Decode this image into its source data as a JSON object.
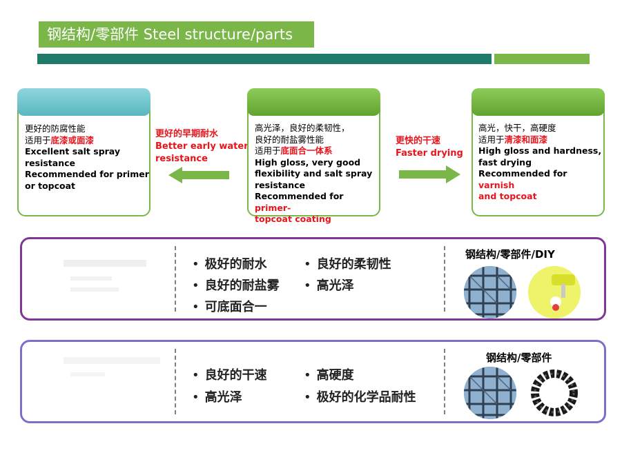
{
  "header": {
    "title": "钢结构/零部件 Steel structure/parts"
  },
  "cards": {
    "left": {
      "line1": "更好的防腐性能",
      "line2_prefix": "适用于",
      "line2_red": "底漆或面漆",
      "en1": "Excellent salt spray",
      "en2": "resistance",
      "en3": "Recommended for primer",
      "en4": "or topcoat"
    },
    "middle": {
      "line1": "高光泽，良好的柔韧性，",
      "line2": "良好的耐盐雾性能",
      "line3_prefix": "适用于",
      "line3_red": "底面合一体系",
      "en1": "High gloss, very good",
      "en2": "flexibility and salt spray",
      "en3": "resistance",
      "en4_prefix": "Recommended for ",
      "en4_red": "primer-",
      "en5_red": "topcoat coating"
    },
    "right": {
      "line1": "高光，快干，高硬度",
      "line2_prefix": "适用于",
      "line2_red": "清漆和面漆",
      "en1": "High gloss and hardness,",
      "en2": "fast drying",
      "en3_prefix": "Recommended for ",
      "en3_red": "varnish",
      "en4_red": "and topcoat"
    }
  },
  "arrows": {
    "left": {
      "cn": "更好的早期耐水",
      "en1": "Better early water",
      "en2": "resistance"
    },
    "right": {
      "cn": "更快的干速",
      "en1": "Faster drying"
    }
  },
  "panels": {
    "first": {
      "bullets_col1": [
        "极好的耐水",
        "良好的耐盐雾",
        "可底面合一"
      ],
      "bullets_col2": [
        "良好的柔韧性",
        "高光泽"
      ],
      "title": "钢结构/零部件/DIY"
    },
    "second": {
      "bullets_col1": [
        "良好的干速",
        "高光泽"
      ],
      "bullets_col2": [
        "高硬度",
        "极好的化学品耐性"
      ],
      "title": "钢结构/零部件"
    }
  },
  "colors": {
    "accent_green": "#7ab648",
    "teal": "#1f7a6a",
    "red": "#e8141c",
    "panel1_border": "#7e3796",
    "panel2_border": "#7c6fc9"
  },
  "bullet_char": "•"
}
